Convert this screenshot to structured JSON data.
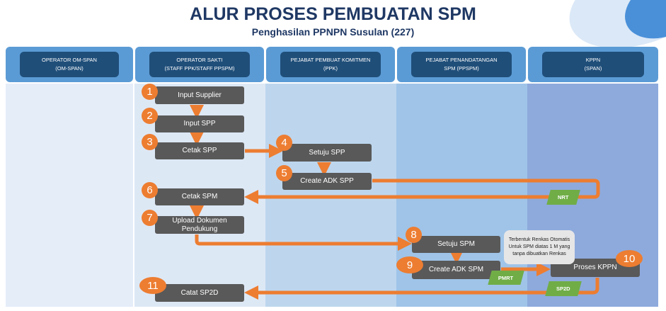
{
  "title": "ALUR PROSES PEMBUATAN SPM",
  "subtitle": "Penghasilan PPNPN Susulan (227)",
  "colors": {
    "accent": "#ed7d31",
    "header_outer": "#5b9bd5",
    "header_inner": "#1f4e79",
    "step_box": "#595959",
    "tag": "#70ad47"
  },
  "lanes": [
    {
      "line1": "OPERATOR OM-SPAN",
      "line2": "(OM-SPAN)"
    },
    {
      "line1": "OPERATOR SAKTI",
      "line2": "(STAFF PPK/STAFF PPSPM)"
    },
    {
      "line1": "PEJABAT PEMBUAT KOMITMEN",
      "line2": "(PPK)"
    },
    {
      "line1": "PEJABAT PENANDATANGAN",
      "line2": "SPM (PPSPM)"
    },
    {
      "line1": "KPPN",
      "line2": "(SPAN)"
    }
  ],
  "steps": [
    {
      "num": "1",
      "label": "Input Supplier"
    },
    {
      "num": "2",
      "label": "Input SPP"
    },
    {
      "num": "3",
      "label": "Cetak SPP"
    },
    {
      "num": "4",
      "label": "Setuju SPP"
    },
    {
      "num": "5",
      "label": "Create ADK SPP"
    },
    {
      "num": "6",
      "label": "Cetak SPM"
    },
    {
      "num": "7",
      "label": "Upload Dokumen Pendukung"
    },
    {
      "num": "8",
      "label": "Setuju SPM"
    },
    {
      "num": "9",
      "label": "Create ADK SPM"
    },
    {
      "num": "10",
      "label": "Proses KPPN"
    },
    {
      "num": "11",
      "label": "Catat SP2D"
    }
  ],
  "tags": {
    "nrt": "NRT",
    "pmrt": "PMRT",
    "sp2d": "SP2D"
  },
  "note": "Terbentuk Renkas Otomatis Untuk SPM diatas 1 M yang tanpa dibuatkan Renkas"
}
